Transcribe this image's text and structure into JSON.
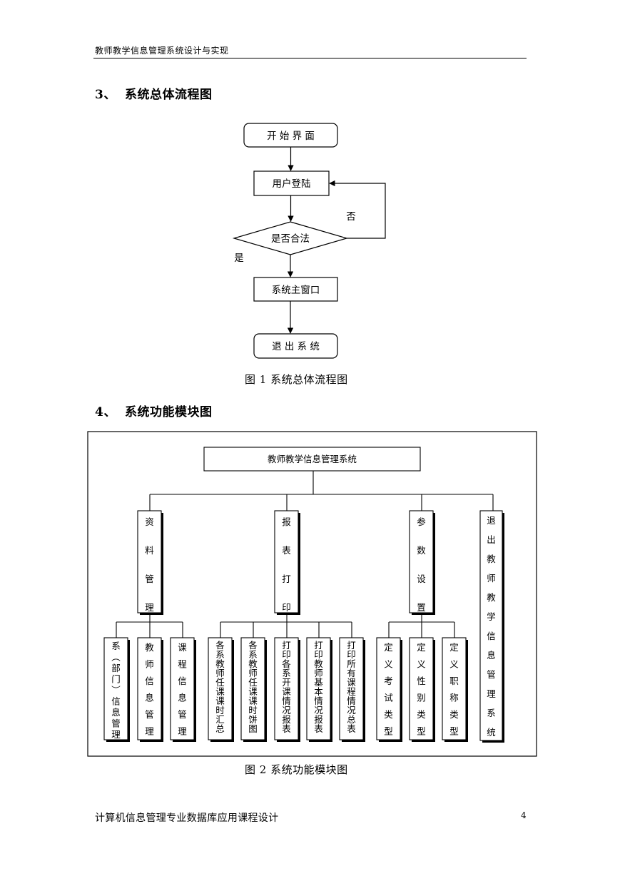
{
  "header": {
    "title": "教师教学信息管理系统设计与实现"
  },
  "section3": {
    "number": "3、",
    "title": "系统总体流程图"
  },
  "flowchart": {
    "start": "开 始 界 面",
    "login": "用户登陆",
    "decision": "是否合法",
    "yes": "是",
    "no": "否",
    "main_window": "系统主窗口",
    "exit": "退 出 系 统"
  },
  "figure1": {
    "caption": "图 1   系统总体流程图"
  },
  "section4": {
    "number": "4、",
    "title": "系统功能模块图"
  },
  "modules": {
    "root": "教师教学信息管理系统",
    "groups": [
      {
        "label": "资料管理",
        "children": [
          "系（部门）信息管理",
          "教师信息管理",
          "课程信息管理"
        ]
      },
      {
        "label": "报表打印",
        "children": [
          "各系教师任课课时汇总",
          "各系教师任课课时饼图",
          "打印各系开课情况报表",
          "打印教师基本情况报表",
          "打印所有课程情况总表"
        ]
      },
      {
        "label": "参数设置",
        "children": [
          "定义考试类型",
          "定义性别类型",
          "定义职称类型"
        ]
      },
      {
        "label": "退出教师教学信息管理系统",
        "children": []
      }
    ]
  },
  "figure2": {
    "caption": "图 2   系统功能模块图"
  },
  "footer": {
    "left": "计算机信息管理专业数据库应用课程设计",
    "page_number": "4"
  }
}
